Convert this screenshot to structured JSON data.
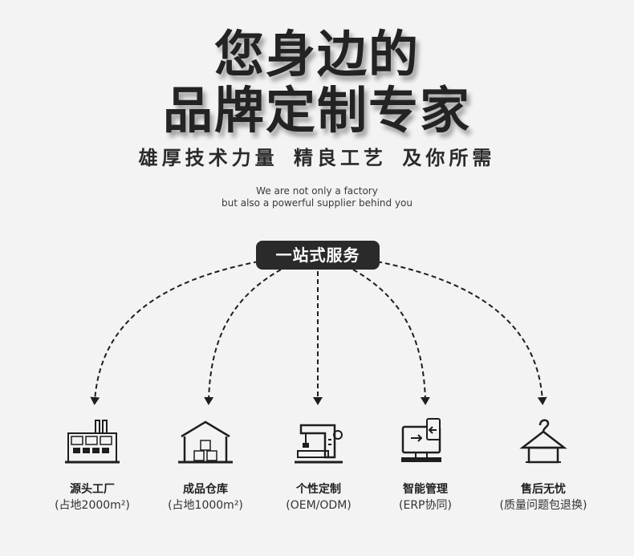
{
  "headline": {
    "line1": "您身边的",
    "line2": "品牌定制专家"
  },
  "tagline": "雄厚技术力量 精良工艺 及你所需",
  "subtitle": {
    "line1": "We are not only a factory",
    "line2": "but also a powerful supplier behind you"
  },
  "hub": {
    "label": "一站式服务"
  },
  "services": [
    {
      "name": "源头工厂",
      "detail": "(占地2000m²)",
      "icon": "factory-icon"
    },
    {
      "name": "成品仓库",
      "detail": "(占地1000m²)",
      "icon": "warehouse-icon"
    },
    {
      "name": "个性定制",
      "detail": "(OEM/ODM)",
      "icon": "sewing-machine-icon"
    },
    {
      "name": "智能管理",
      "detail": "(ERP协同)",
      "icon": "computer-phone-icon"
    },
    {
      "name": "售后无忧",
      "detail": "(质量问题包退换)",
      "icon": "hanger-shirt-icon"
    }
  ],
  "colors": {
    "background": "#f3f3f3",
    "text": "#232323",
    "pill": "#2a2a2a",
    "pill_text": "#ffffff"
  }
}
